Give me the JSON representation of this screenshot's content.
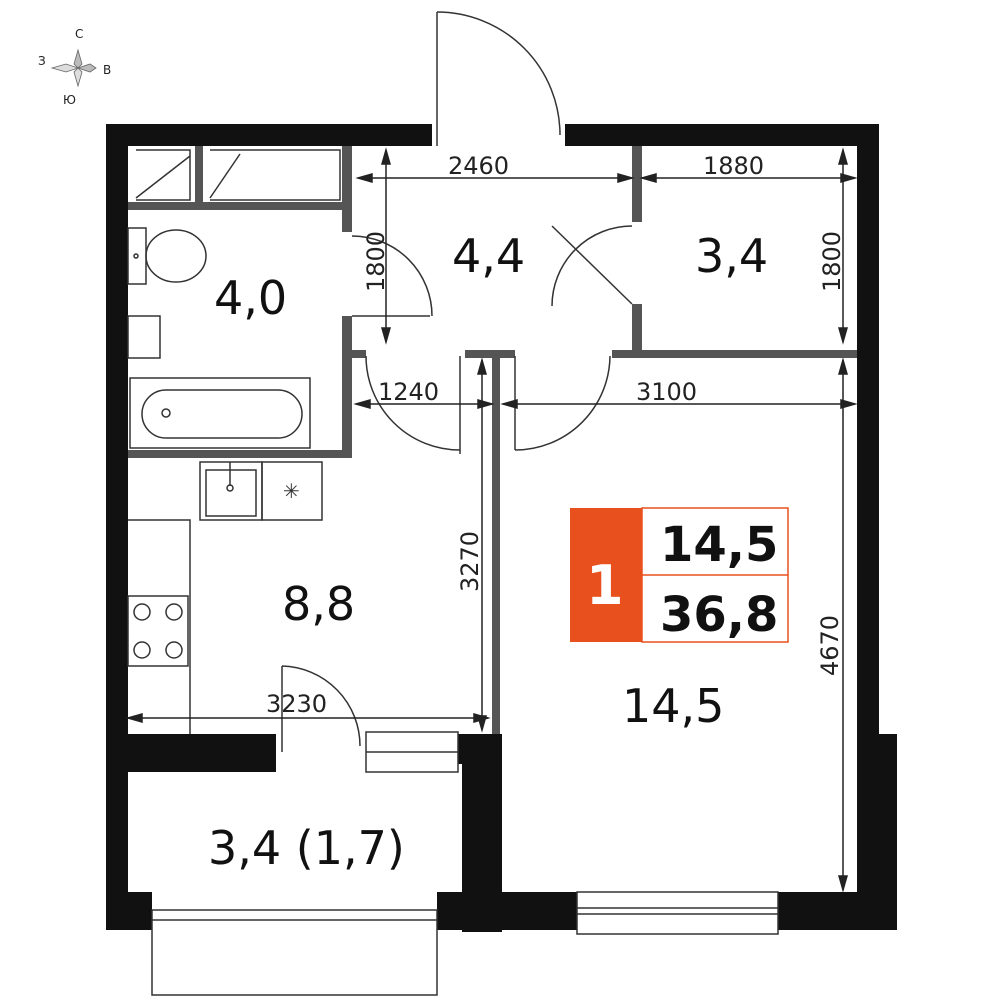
{
  "compass": {
    "north": "С",
    "south": "Ю",
    "west": "З",
    "east": "В"
  },
  "rooms": {
    "bathroom_area": "4,0",
    "hall_area": "4,4",
    "storage_area": "3,4",
    "kitchen_area": "8,8",
    "living_area": "14,5",
    "balcony_area": "3,4 (1,7)"
  },
  "dimensions": {
    "hall_width": "2460",
    "storage_width": "1880",
    "bathroom_height": "1800",
    "storage_height": "1800",
    "corridor_width": "1240",
    "living_width": "3100",
    "kitchen_height": "3270",
    "kitchen_width": "3230",
    "living_height": "4670"
  },
  "badge": {
    "rooms_count": "1",
    "living_area": "14,5",
    "total_area": "36,8",
    "accent_color": "#e8501e"
  },
  "colors": {
    "wall": "#111111",
    "partition": "#555555",
    "line": "#222222"
  }
}
